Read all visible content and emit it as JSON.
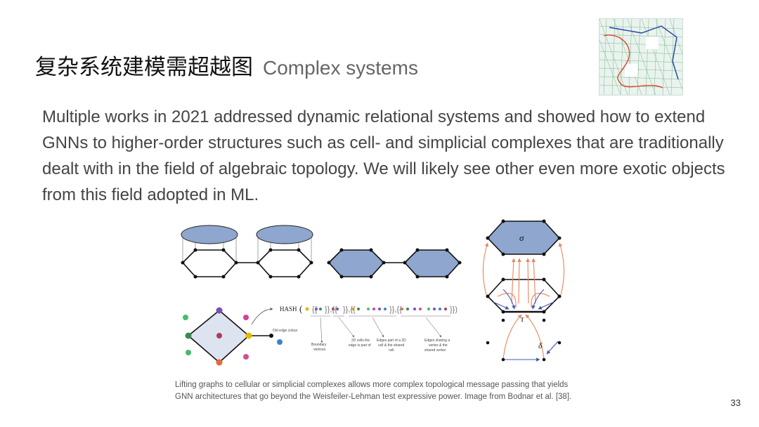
{
  "slide": {
    "title_zh": "复杂系统建模需超越图",
    "title_en": "Complex systems",
    "body": "Multiple works in 2021 addressed dynamic relational systems and showed how to extend GNNs to higher-order structures such as cell- and simplicial complexes that are traditionally dealt with in the field of algebraic topology. We will likely see other even more exotic objects from this field adopted in ML.",
    "caption_line1": "Lifting graphs to cellular or simplicial complexes allows more complex topological message passing that yields",
    "caption_line2": "GNN architectures that go beyond the Weisfeiler-Lehman test expressive power. Image from Bodnar et al. [38].",
    "page_number": "33"
  },
  "figure": {
    "hash_label": "HASH",
    "sigma": "σ",
    "tau": "τ",
    "delta": "δ",
    "old_edge_label": "Old edge colour",
    "boundary_label_1": "Boundary",
    "boundary_label_2": "vertices",
    "cells_label_1": "2D cells the",
    "cells_label_2": "edge is part of",
    "edges2d_label_1": "Edges part of a 2D",
    "edges2d_label_2": "cell & the shared",
    "edges2d_label_3": "cell",
    "sharing_label_1": "Edges sharing a",
    "sharing_label_2": "vertex & the",
    "sharing_label_3": "shared vertex"
  },
  "colors": {
    "cell_fill": "#8fa6cf",
    "arrow_orange": "#e8845c",
    "arrow_blue": "#4a56b0",
    "mesh_red": "#e0452b",
    "mesh_blue": "#2a3fa8",
    "mesh_green": "#3f9a5a"
  }
}
